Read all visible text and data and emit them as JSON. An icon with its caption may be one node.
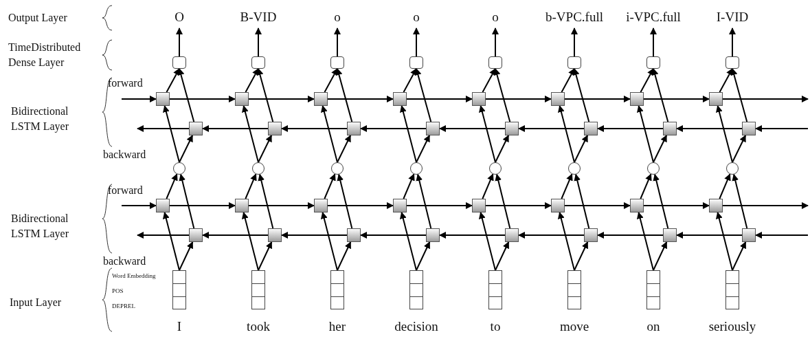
{
  "diagram": {
    "nodes": [
      {
        "text": [
          "O"
        ]
      },
      {
        "text": [
          "B-VID"
        ]
      },
      {
        "text": [
          "o"
        ]
      },
      {
        "text": [
          "o"
        ]
      },
      {
        "text": [
          "o"
        ]
      },
      {
        "text": [
          "b-VPC.full"
        ]
      },
      {
        "text": [
          "i-VPC.full"
        ]
      },
      {
        "text": [
          "I-VID"
        ]
      },
      {
        "text": [],
        "shape": "box"
      },
      {
        "text": [],
        "shape": "box"
      },
      {
        "text": [],
        "shape": "box"
      },
      {
        "text": [],
        "shape": "box"
      },
      {
        "text": [],
        "shape": "box"
      },
      {
        "text": [],
        "shape": "box"
      },
      {
        "text": [],
        "shape": "box"
      },
      {
        "text": [],
        "shape": "box"
      },
      {
        "text": [],
        "shape": "box"
      },
      {
        "text": [],
        "shape": "box"
      },
      {
        "text": [],
        "shape": "box"
      },
      {
        "text": [],
        "shape": "box"
      },
      {
        "text": [],
        "shape": "box"
      },
      {
        "text": [],
        "shape": "box"
      },
      {
        "text": [],
        "shape": "box"
      },
      {
        "text": [],
        "shape": "box"
      },
      {
        "text": [],
        "shape": "box"
      },
      {
        "text": [],
        "shape": "box"
      },
      {
        "text": [],
        "shape": "box"
      },
      {
        "text": [],
        "shape": "box"
      },
      {
        "text": [],
        "shape": "box"
      },
      {
        "text": [],
        "shape": "box"
      },
      {
        "text": [],
        "shape": "box"
      },
      {
        "text": [],
        "shape": "box"
      },
      {
        "text": [],
        "shape": "circle"
      },
      {
        "text": [],
        "shape": "circle"
      },
      {
        "text": [],
        "shape": "circle"
      },
      {
        "text": [],
        "shape": "circle"
      },
      {
        "text": [],
        "shape": "circle"
      },
      {
        "text": [],
        "shape": "circle"
      },
      {
        "text": [],
        "shape": "circle"
      },
      {
        "text": [],
        "shape": "circle"
      },
      {
        "text": [],
        "shape": "box"
      },
      {
        "text": [],
        "shape": "box"
      },
      {
        "text": [],
        "shape": "box"
      },
      {
        "text": [],
        "shape": "box"
      },
      {
        "text": [],
        "shape": "box"
      },
      {
        "text": [],
        "shape": "box"
      },
      {
        "text": [],
        "shape": "box"
      },
      {
        "text": [],
        "shape": "box"
      },
      {
        "text": [],
        "shape": "box"
      },
      {
        "text": [],
        "shape": "box"
      },
      {
        "text": [],
        "shape": "box"
      },
      {
        "text": [],
        "shape": "box"
      },
      {
        "text": [],
        "shape": "box"
      },
      {
        "text": [],
        "shape": "box"
      },
      {
        "text": [],
        "shape": "box"
      },
      {
        "text": [],
        "shape": "box"
      },
      {
        "text": [],
        "shape": "box",
        "beside": [
          "I"
        ]
      },
      {
        "text": [],
        "shape": "box",
        "beside": [
          "took"
        ]
      },
      {
        "text": [],
        "shape": "box",
        "beside": [
          "her"
        ]
      },
      {
        "text": [],
        "shape": "box",
        "beside": [
          "decision"
        ]
      },
      {
        "text": [],
        "shape": "box",
        "beside": [
          "to"
        ]
      },
      {
        "text": [],
        "shape": "box",
        "beside": [
          "move"
        ]
      },
      {
        "text": [],
        "shape": "box",
        "beside": [
          "on"
        ]
      },
      {
        "text": [],
        "shape": "box",
        "beside": [
          "seriously"
        ]
      }
    ],
    "edges": [
      {
        "from": 56,
        "to": 40,
        "arrow": "to"
      },
      {
        "from": 56,
        "to": 48,
        "arrow": "to"
      },
      {
        "from": 40,
        "to": 32,
        "arrow": "to"
      },
      {
        "from": 48,
        "to": 32,
        "arrow": "to"
      },
      {
        "from": 32,
        "to": 16,
        "arrow": "to"
      },
      {
        "from": 32,
        "to": 24,
        "arrow": "to"
      },
      {
        "from": 16,
        "to": 8,
        "arrow": "to"
      },
      {
        "from": 24,
        "to": 8,
        "arrow": "to"
      },
      {
        "from": 8,
        "to": 0,
        "arrow": "to"
      },
      {
        "from": 57,
        "to": 41,
        "arrow": "to"
      },
      {
        "from": 57,
        "to": 49,
        "arrow": "to"
      },
      {
        "from": 41,
        "to": 33,
        "arrow": "to"
      },
      {
        "from": 49,
        "to": 33,
        "arrow": "to"
      },
      {
        "from": 33,
        "to": 17,
        "arrow": "to"
      },
      {
        "from": 33,
        "to": 25,
        "arrow": "to"
      },
      {
        "from": 17,
        "to": 9,
        "arrow": "to"
      },
      {
        "from": 25,
        "to": 9,
        "arrow": "to"
      },
      {
        "from": 9,
        "to": 1,
        "arrow": "to"
      },
      {
        "from": 58,
        "to": 42,
        "arrow": "to"
      },
      {
        "from": 58,
        "to": 50,
        "arrow": "to"
      },
      {
        "from": 42,
        "to": 34,
        "arrow": "to"
      },
      {
        "from": 50,
        "to": 34,
        "arrow": "to"
      },
      {
        "from": 34,
        "to": 18,
        "arrow": "to"
      },
      {
        "from": 34,
        "to": 26,
        "arrow": "to"
      },
      {
        "from": 18,
        "to": 10,
        "arrow": "to"
      },
      {
        "from": 26,
        "to": 10,
        "arrow": "to"
      },
      {
        "from": 10,
        "to": 2,
        "arrow": "to"
      },
      {
        "from": 59,
        "to": 43,
        "arrow": "to"
      },
      {
        "from": 59,
        "to": 51,
        "arrow": "to"
      },
      {
        "from": 43,
        "to": 35,
        "arrow": "to"
      },
      {
        "from": 51,
        "to": 35,
        "arrow": "to"
      },
      {
        "from": 35,
        "to": 19,
        "arrow": "to"
      },
      {
        "from": 35,
        "to": 27,
        "arrow": "to"
      },
      {
        "from": 19,
        "to": 11,
        "arrow": "to"
      },
      {
        "from": 27,
        "to": 11,
        "arrow": "to"
      },
      {
        "from": 11,
        "to": 3,
        "arrow": "to"
      },
      {
        "from": 60,
        "to": 44,
        "arrow": "to"
      },
      {
        "from": 60,
        "to": 52,
        "arrow": "to"
      },
      {
        "from": 44,
        "to": 36,
        "arrow": "to"
      },
      {
        "from": 52,
        "to": 36,
        "arrow": "to"
      },
      {
        "from": 36,
        "to": 20,
        "arrow": "to"
      },
      {
        "from": 36,
        "to": 28,
        "arrow": "to"
      },
      {
        "from": 20,
        "to": 12,
        "arrow": "to"
      },
      {
        "from": 28,
        "to": 12,
        "arrow": "to"
      },
      {
        "from": 12,
        "to": 4,
        "arrow": "to"
      },
      {
        "from": 61,
        "to": 45,
        "arrow": "to"
      },
      {
        "from": 61,
        "to": 53,
        "arrow": "to"
      },
      {
        "from": 45,
        "to": 37,
        "arrow": "to"
      },
      {
        "from": 53,
        "to": 37,
        "arrow": "to"
      },
      {
        "from": 37,
        "to": 21,
        "arrow": "to"
      },
      {
        "from": 37,
        "to": 29,
        "arrow": "to"
      },
      {
        "from": 21,
        "to": 13,
        "arrow": "to"
      },
      {
        "from": 29,
        "to": 13,
        "arrow": "to"
      },
      {
        "from": 13,
        "to": 5,
        "arrow": "to"
      },
      {
        "from": 62,
        "to": 46,
        "arrow": "to"
      },
      {
        "from": 62,
        "to": 54,
        "arrow": "to"
      },
      {
        "from": 46,
        "to": 38,
        "arrow": "to"
      },
      {
        "from": 54,
        "to": 38,
        "arrow": "to"
      },
      {
        "from": 38,
        "to": 22,
        "arrow": "to"
      },
      {
        "from": 38,
        "to": 30,
        "arrow": "to"
      },
      {
        "from": 22,
        "to": 14,
        "arrow": "to"
      },
      {
        "from": 30,
        "to": 14,
        "arrow": "to"
      },
      {
        "from": 14,
        "to": 6,
        "arrow": "to"
      },
      {
        "from": 63,
        "to": 47,
        "arrow": "to"
      },
      {
        "from": 63,
        "to": 55,
        "arrow": "to"
      },
      {
        "from": 47,
        "to": 39,
        "arrow": "to"
      },
      {
        "from": 55,
        "to": 39,
        "arrow": "to"
      },
      {
        "from": 39,
        "to": 23,
        "arrow": "to"
      },
      {
        "from": 39,
        "to": 31,
        "arrow": "to"
      },
      {
        "from": 23,
        "to": 15,
        "arrow": "to"
      },
      {
        "from": 31,
        "to": 15,
        "arrow": "to"
      },
      {
        "from": 15,
        "to": 7,
        "arrow": "to"
      },
      {
        "from": null,
        "to": 16,
        "arrow": "to"
      },
      {
        "from": 16,
        "to": 17,
        "arrow": "to"
      },
      {
        "from": 17,
        "to": 18,
        "arrow": "to"
      },
      {
        "from": 18,
        "to": 19,
        "arrow": "to"
      },
      {
        "from": 19,
        "to": 20,
        "arrow": "to"
      },
      {
        "from": 20,
        "to": 21,
        "arrow": "to"
      },
      {
        "from": 21,
        "to": 22,
        "arrow": "to"
      },
      {
        "from": 22,
        "to": 23,
        "arrow": "to"
      },
      {
        "from": 23,
        "to": null,
        "arrow": "to"
      },
      {
        "from": null,
        "to": 31,
        "arrow": "to"
      },
      {
        "from": 31,
        "to": 30,
        "arrow": "to"
      },
      {
        "from": 30,
        "to": 29,
        "arrow": "to"
      },
      {
        "from": 29,
        "to": 28,
        "arrow": "to"
      },
      {
        "from": 28,
        "to": 27,
        "arrow": "to"
      },
      {
        "from": 27,
        "to": 26,
        "arrow": "to"
      },
      {
        "from": 26,
        "to": 25,
        "arrow": "to"
      },
      {
        "from": 25,
        "to": 24,
        "arrow": "to"
      },
      {
        "from": 24,
        "to": null,
        "arrow": "to"
      },
      {
        "from": null,
        "to": 40,
        "arrow": "to"
      },
      {
        "from": 40,
        "to": 41,
        "arrow": "to"
      },
      {
        "from": 41,
        "to": 42,
        "arrow": "to"
      },
      {
        "from": 42,
        "to": 43,
        "arrow": "to"
      },
      {
        "from": 43,
        "to": 44,
        "arrow": "to"
      },
      {
        "from": 44,
        "to": 45,
        "arrow": "to"
      },
      {
        "from": 45,
        "to": 46,
        "arrow": "to"
      },
      {
        "from": 46,
        "to": 47,
        "arrow": "to"
      },
      {
        "from": 47,
        "to": null,
        "arrow": "to"
      },
      {
        "from": null,
        "to": 55,
        "arrow": "to"
      },
      {
        "from": 55,
        "to": 54,
        "arrow": "to"
      },
      {
        "from": 54,
        "to": 53,
        "arrow": "to"
      },
      {
        "from": 53,
        "to": 52,
        "arrow": "to"
      },
      {
        "from": 52,
        "to": 51,
        "arrow": "to"
      },
      {
        "from": 51,
        "to": 50,
        "arrow": "to"
      },
      {
        "from": 50,
        "to": 49,
        "arrow": "to"
      },
      {
        "from": 49,
        "to": 48,
        "arrow": "to"
      },
      {
        "from": 48,
        "to": null,
        "arrow": "to"
      }
    ],
    "labels": [
      "Output Layer",
      "TimeDistributed Dense Layer",
      "forward",
      "Bidirectional LSTM Layer",
      "backward",
      "forward",
      "Bidirectional LSTM Layer",
      "backward",
      "Word Embedding",
      "POS",
      "DEPREL",
      "Input Layer"
    ]
  }
}
